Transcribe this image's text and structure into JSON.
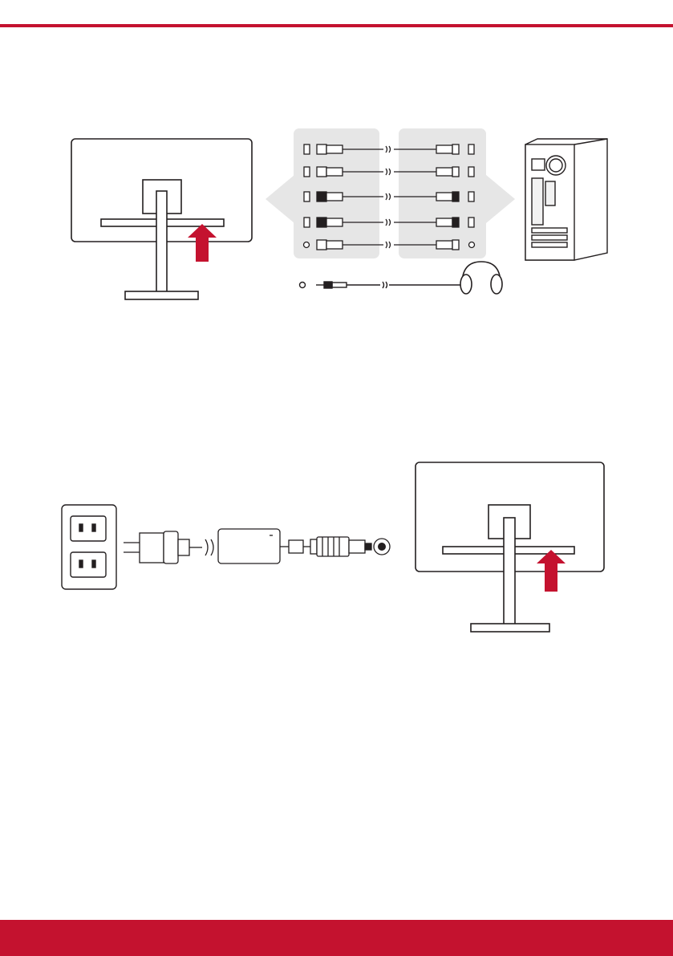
{
  "colors": {
    "accent": "#c4122f",
    "panel": "#e6e6e6",
    "line": "#231f20"
  },
  "figures": [
    {
      "name": "video-and-audio-cable-connection",
      "elements": [
        "monitor-rear",
        "port-panel-monitor",
        "cables",
        "port-panel-pc",
        "pc-tower",
        "headphones"
      ],
      "cables": [
        "hdmi-cable-1",
        "hdmi-cable-2",
        "displayport-cable",
        "usb-cable",
        "audio-cable"
      ]
    },
    {
      "name": "power-adapter-connection",
      "elements": [
        "wall-outlet",
        "ac-plug",
        "power-adapter",
        "dc-plug",
        "dc-jack",
        "monitor-rear"
      ]
    }
  ]
}
